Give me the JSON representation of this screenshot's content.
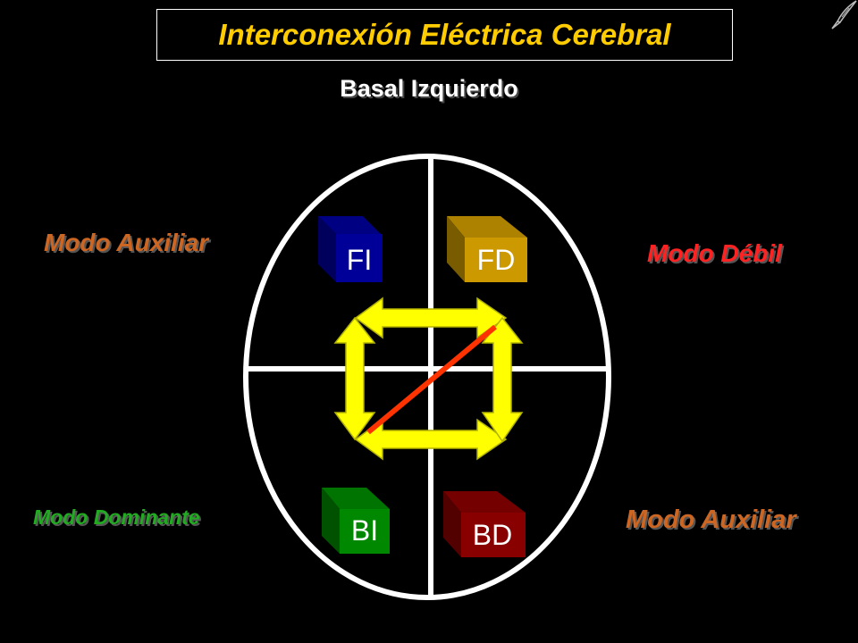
{
  "title": "Interconexión Eléctrica Cerebral",
  "subtitle": "Basal Izquierdo",
  "modes": {
    "top_left": "Modo Auxiliar",
    "top_right": "Modo Débil",
    "bottom_left": "Modo Dominante",
    "bottom_right": "Modo Auxiliar"
  },
  "quadrants": {
    "fi": "FI",
    "fd": "FD",
    "bi": "BI",
    "bd": "BD"
  },
  "colors": {
    "title": "#ffcc00",
    "mode_auxiliar": "#cc6622",
    "mode_debil": "#ff2222",
    "mode_dominante": "#22aa22",
    "fi": "#000099",
    "fd": "#cc9900",
    "bi": "#008800",
    "bd": "#880000",
    "arrows": "#ffff00",
    "diagonal": "#ff3300"
  },
  "icons": {
    "corner": "quill-pen-icon"
  }
}
